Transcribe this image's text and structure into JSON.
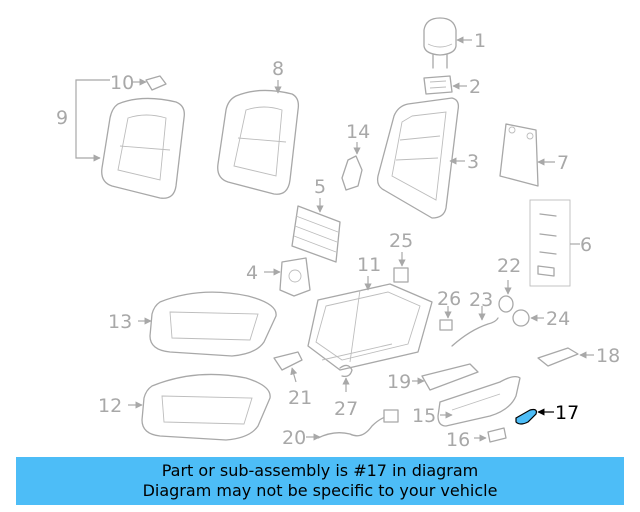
{
  "callouts": {
    "c1": "1",
    "c2": "2",
    "c3": "3",
    "c4": "4",
    "c5": "5",
    "c6": "6",
    "c7": "7",
    "c8": "8",
    "c9": "9",
    "c10": "10",
    "c11": "11",
    "c12": "12",
    "c13": "13",
    "c14": "14",
    "c15": "15",
    "c16": "16",
    "c17": "17",
    "c18": "18",
    "c19": "19",
    "c20": "20",
    "c21": "21",
    "c22": "22",
    "c23": "23",
    "c24": "24",
    "c25": "25",
    "c26": "26",
    "c27": "27"
  },
  "highlighted_part": "17",
  "colors": {
    "highlight": "#4dbdf7",
    "line_art": "#a8a8a8",
    "banner_text": "#000000"
  },
  "banner": {
    "line1": "Part or sub-assembly is #17 in diagram",
    "line2": "Diagram may not be specific to your vehicle"
  }
}
